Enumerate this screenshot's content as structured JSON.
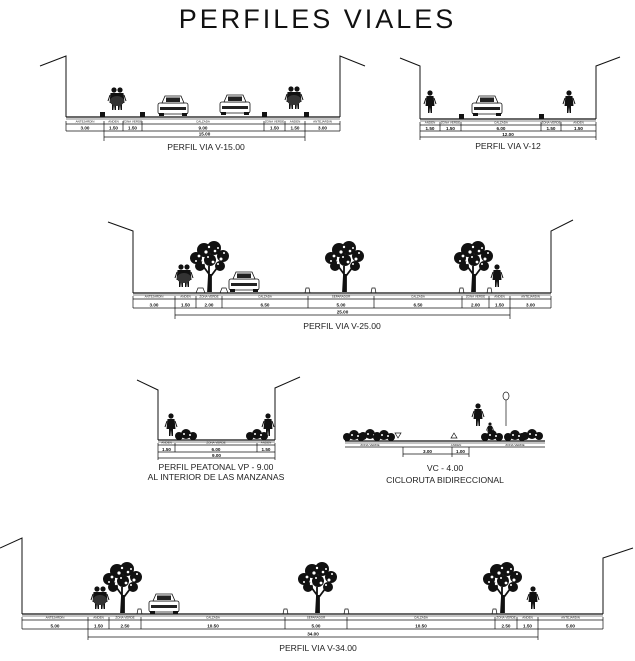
{
  "title": "PERFILES VIALES",
  "profiles": [
    {
      "id": "v15",
      "caption": "PERFIL VIA V-15.00",
      "zones": [
        "ANTEJARDIN",
        "ANDEN",
        "ZONA VERDE",
        "CALZADA",
        "ZONA VERDE",
        "ANDEN",
        "ANTEJARDIN"
      ],
      "segment_dims": [
        "3.00",
        "1.50",
        "1.50",
        "9.00",
        "1.50",
        "1.50",
        "3.00"
      ],
      "total": "15.00"
    },
    {
      "id": "v12",
      "caption": "PERFIL VIA V-12",
      "zones": [
        "ANDEN",
        "ZONA VERDE",
        "CALZADA",
        "ZONA VERDE",
        "ANDEN"
      ],
      "segment_dims": [
        "1.50",
        "1.50",
        "6.00",
        "1.50",
        "1.50"
      ],
      "total": "12.00"
    },
    {
      "id": "v25",
      "caption": "PERFIL VIA V-25.00",
      "zones": [
        "ANTEJARDIN",
        "ANDEN",
        "ZONA VERDE",
        "CALZADA",
        "SEPARADOR",
        "CALZADA",
        "ZONA VERDE",
        "ANDEN",
        "ANTEJARDIN"
      ],
      "segment_dims": [
        "3.00",
        "1.50",
        "2.00",
        "6.50",
        "5.00",
        "6.50",
        "2.00",
        "1.50",
        "3.00"
      ],
      "total": "25.00"
    },
    {
      "id": "vp9",
      "caption_lines": [
        "PERFIL PEATONAL  VP - 9.00",
        "AL INTERIOR DE LAS MANZANAS"
      ],
      "zones": [
        "ANDEN",
        "ZONA VERDE",
        "ANDEN"
      ],
      "segment_dims": [
        "1.50",
        "6.00",
        "1.50"
      ],
      "total": "9.00"
    },
    {
      "id": "vc4",
      "caption_lines": [
        "VC - 4.00",
        "CICLORUTA BIDIRECCIONAL"
      ],
      "zones": [
        "ZONA VERDE",
        "ANDEN",
        "ZONA VERDE"
      ],
      "segment_dims": [
        "3.00",
        "1.00"
      ]
    },
    {
      "id": "v34",
      "caption": "PERFIL VIA V-34.00",
      "zones": [
        "ANTEJARDIN",
        "ANDEN",
        "ZONA VERDE",
        "CALZADA",
        "SEPARADOR",
        "CALZADA",
        "ZONA VERDE",
        "ANDEN",
        "ANTEJARDIN"
      ],
      "segment_dims": [
        "5.00",
        "1.50",
        "2.50",
        "10.50",
        "5.00",
        "10.50",
        "2.50",
        "1.50",
        "5.00"
      ],
      "total": "34.00"
    }
  ]
}
